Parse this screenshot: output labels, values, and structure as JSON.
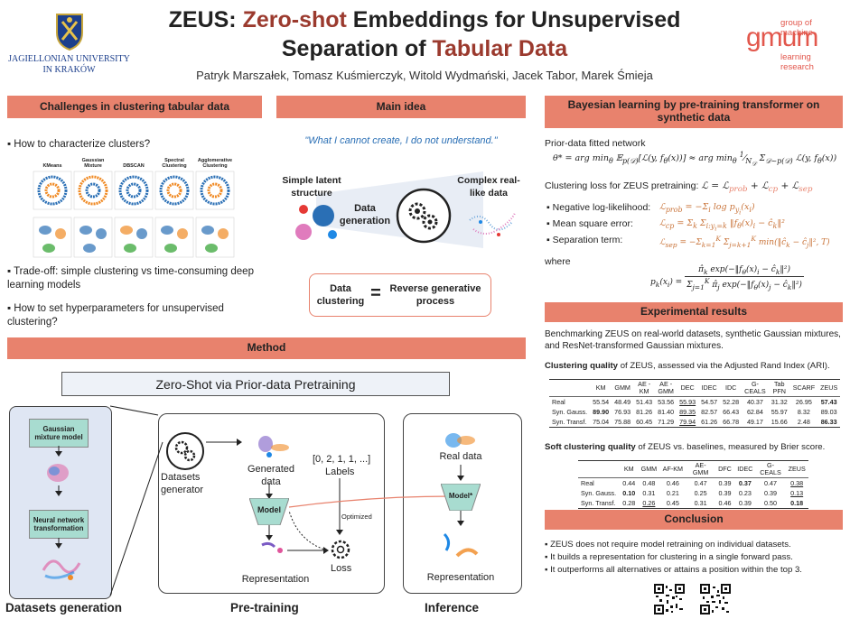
{
  "header": {
    "title_line1_a": "ZEUS: ",
    "title_line1_b": "Zero-shot",
    "title_line1_c": " Embeddings for Unsupervised",
    "title_line2_a": "Separation of ",
    "title_line2_b": "Tabular Data",
    "authors": "Patryk Marszałek, Tomasz Kuśmierczyk, Witold Wydmański, Jacek Tabor, Marek Śmieja",
    "uni_line1": "JAGIELLONIAN UNIVERSITY",
    "uni_line2": "IN KRAKÓW",
    "gmum_top": "group of machine",
    "gmum_logo": "gmum",
    "gmum_bottom": "learning research"
  },
  "challenges": {
    "heading": "Challenges in clustering tabular data",
    "b1": "How to characterize clusters?",
    "methods": [
      "KMeans",
      "Gaussian Mixture",
      "DBSCAN",
      "Spectral Clustering",
      "Agglomerative Clustering"
    ],
    "b2": "Trade-off: simple clustering vs time-consuming deep learning models",
    "b3": "How to set hyperparameters for unsupervised clustering?"
  },
  "main_idea": {
    "heading": "Main idea",
    "quote": "\"What I cannot create, I do not understand.\"",
    "left_label": "Simple latent structure",
    "right_label": "Complex real-like data",
    "center_label": "Data generation",
    "eq_left": "Data clustering",
    "eq_sign": "=",
    "eq_right": "Reverse generative process"
  },
  "bayes": {
    "heading": "Bayesian learning by pre-training transformer on synthetic data",
    "prior_fit": "Prior-data fitted network",
    "loss_intro": "Clustering loss for ZEUS pretraining:",
    "nll": "Negative log-likelihood:",
    "mse": "Mean square error:",
    "sep": "Separation term:",
    "where": "where"
  },
  "results": {
    "heading": "Experimental results",
    "intro": "Benchmarking ZEUS on real-world datasets, synthetic Gaussian mixtures, and ResNet-transformed Gaussian mixtures.",
    "t1_caption_b": "Clustering quality",
    "t1_caption": " of ZEUS, assessed via the Adjusted Rand Index (ARI).",
    "t1_headers": [
      "",
      "KM",
      "GMM",
      "AE -KM",
      "AE -GMM",
      "DEC",
      "IDEC",
      "IDC",
      "G-CEALS",
      "Tab PFN",
      "SCARF",
      "ZEUS"
    ],
    "t1_rows": [
      [
        "Real",
        "55.54",
        "48.49",
        "51.43",
        "53.56",
        "55.93",
        "54.57",
        "52.28",
        "40.37",
        "31.32",
        "26.95",
        "57.43"
      ],
      [
        "Syn. Gauss.",
        "89.90",
        "76.93",
        "81.26",
        "81.40",
        "89.35",
        "82.57",
        "66.43",
        "62.84",
        "55.97",
        "8.32",
        "89.03"
      ],
      [
        "Syn. Transf.",
        "75.04",
        "75.88",
        "60.45",
        "71.29",
        "79.94",
        "61.26",
        "66.78",
        "49.17",
        "15.66",
        "2.48",
        "86.33"
      ]
    ],
    "t2_caption_b": "Soft clustering quality",
    "t2_caption": " of ZEUS vs. baselines, measured by Brier score.",
    "t2_headers": [
      "",
      "KM",
      "GMM",
      "AF-KM",
      "AE-GMM",
      "DFC",
      "IDEC",
      "G-CEALS",
      "ZEUS"
    ],
    "t2_rows": [
      [
        "Real",
        "0.44",
        "0.48",
        "0.46",
        "0.47",
        "0.39",
        "0.37",
        "0.47",
        "0.38"
      ],
      [
        "Syn. Gauss.",
        "0.10",
        "0.31",
        "0.21",
        "0.25",
        "0.39",
        "0.23",
        "0.39",
        "0.13"
      ],
      [
        "Syn. Transf.",
        "0.28",
        "0.26",
        "0.45",
        "0.31",
        "0.46",
        "0.39",
        "0.50",
        "0.18"
      ]
    ]
  },
  "conclusion": {
    "heading": "Conclusion",
    "c1": "ZEUS does not require model retraining on individual datasets.",
    "c2": "It builds a representation for clustering in a single forward pass.",
    "c3": "It outperforms all alternatives or attains a position within the top 3."
  },
  "method": {
    "heading": "Method",
    "banner": "Zero-Shot via Prior-data Pretraining",
    "gmm": "Gaussian mixture model",
    "nnt": "Neural network transformation",
    "generator": "Datasets generator",
    "generated": "Generated data",
    "labels_vec": "[0, 2, 1, 1, ...]",
    "labels": "Labels",
    "model": "Model",
    "optimized": "Optimized",
    "loss": "Loss",
    "representation": "Representation",
    "real_data": "Real data",
    "model_star": "Model*",
    "representation2": "Representation",
    "s1": "Datasets generation",
    "s2": "Pre-training",
    "s3": "Inference"
  },
  "colors": {
    "accent": "#e8826d",
    "title_red": "#9b3a2e",
    "gmum": "#e2574c",
    "blue": "#2a6fb5"
  }
}
